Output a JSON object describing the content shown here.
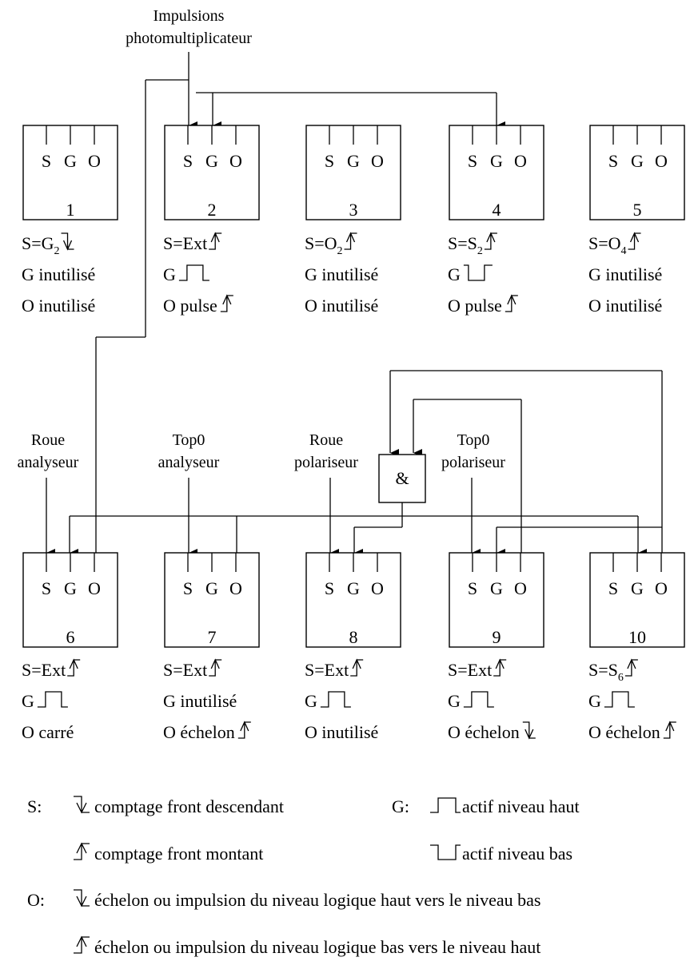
{
  "input_label": [
    "Impulsions",
    "photomultiplicateur"
  ],
  "pins": [
    "S",
    "G",
    "O"
  ],
  "and_gate": "&",
  "top_counters": [
    {
      "number": "1",
      "s_prefix": "S=G",
      "s_sub": "2",
      "s_edge": "down",
      "g_label": "G inutilisé",
      "g_wave": "",
      "o_label": "O inutilisé",
      "o_edge": ""
    },
    {
      "number": "2",
      "s_prefix": "S=Ext",
      "s_sub": "",
      "s_edge": "up",
      "g_label": "G",
      "g_wave": "high",
      "o_label": "O pulse",
      "o_edge": "up"
    },
    {
      "number": "3",
      "s_prefix": "S=O",
      "s_sub": "2",
      "s_edge": "up",
      "g_label": "G inutilisé",
      "g_wave": "",
      "o_label": "O inutilisé",
      "o_edge": ""
    },
    {
      "number": "4",
      "s_prefix": "S=S",
      "s_sub": "2",
      "s_edge": "up",
      "g_label": "G",
      "g_wave": "low",
      "o_label": "O pulse",
      "o_edge": "up"
    },
    {
      "number": "5",
      "s_prefix": "S=O",
      "s_sub": "4",
      "s_edge": "up",
      "g_label": "G inutilisé",
      "g_wave": "",
      "o_label": "O inutilisé",
      "o_edge": ""
    }
  ],
  "bottom_counters": [
    {
      "number": "6",
      "s_prefix": "S=Ext",
      "s_sub": "",
      "s_edge": "up",
      "g_label": "G",
      "g_wave": "high",
      "o_label": "O carré",
      "o_edge": ""
    },
    {
      "number": "7",
      "s_prefix": "S=Ext",
      "s_sub": "",
      "s_edge": "up",
      "g_label": "G inutilisé",
      "g_wave": "",
      "o_label": "O échelon",
      "o_edge": "up"
    },
    {
      "number": "8",
      "s_prefix": "S=Ext",
      "s_sub": "",
      "s_edge": "up",
      "g_label": "G",
      "g_wave": "high",
      "o_label": "O inutilisé",
      "o_edge": ""
    },
    {
      "number": "9",
      "s_prefix": "S=Ext",
      "s_sub": "",
      "s_edge": "up",
      "g_label": "G",
      "g_wave": "high",
      "o_label": "O échelon",
      "o_edge": "down"
    },
    {
      "number": "10",
      "s_prefix": "S=S",
      "s_sub": "6",
      "s_edge": "up",
      "g_label": "G",
      "g_wave": "high",
      "o_label": "O échelon",
      "o_edge": "up"
    }
  ],
  "external_inputs": [
    {
      "lines": [
        "Roue",
        "analyseur"
      ]
    },
    {
      "lines": [
        "Top0",
        "analyseur"
      ]
    },
    {
      "lines": [
        "Roue",
        "polariseur"
      ]
    },
    {
      "lines": [
        "Top0",
        "polariseur"
      ]
    }
  ],
  "legend": {
    "s_key": "S:",
    "s_down_text": "comptage front descendant",
    "s_up_text": "comptage front montant",
    "g_key": "G:",
    "g_high_text": "actif niveau haut",
    "g_low_text": "actif niveau bas",
    "o_key": "O:",
    "o_down_text": "échelon ou impulsion du niveau logique haut vers le niveau bas",
    "o_up_text": "échelon ou impulsion  du niveau logique bas vers le niveau haut"
  }
}
